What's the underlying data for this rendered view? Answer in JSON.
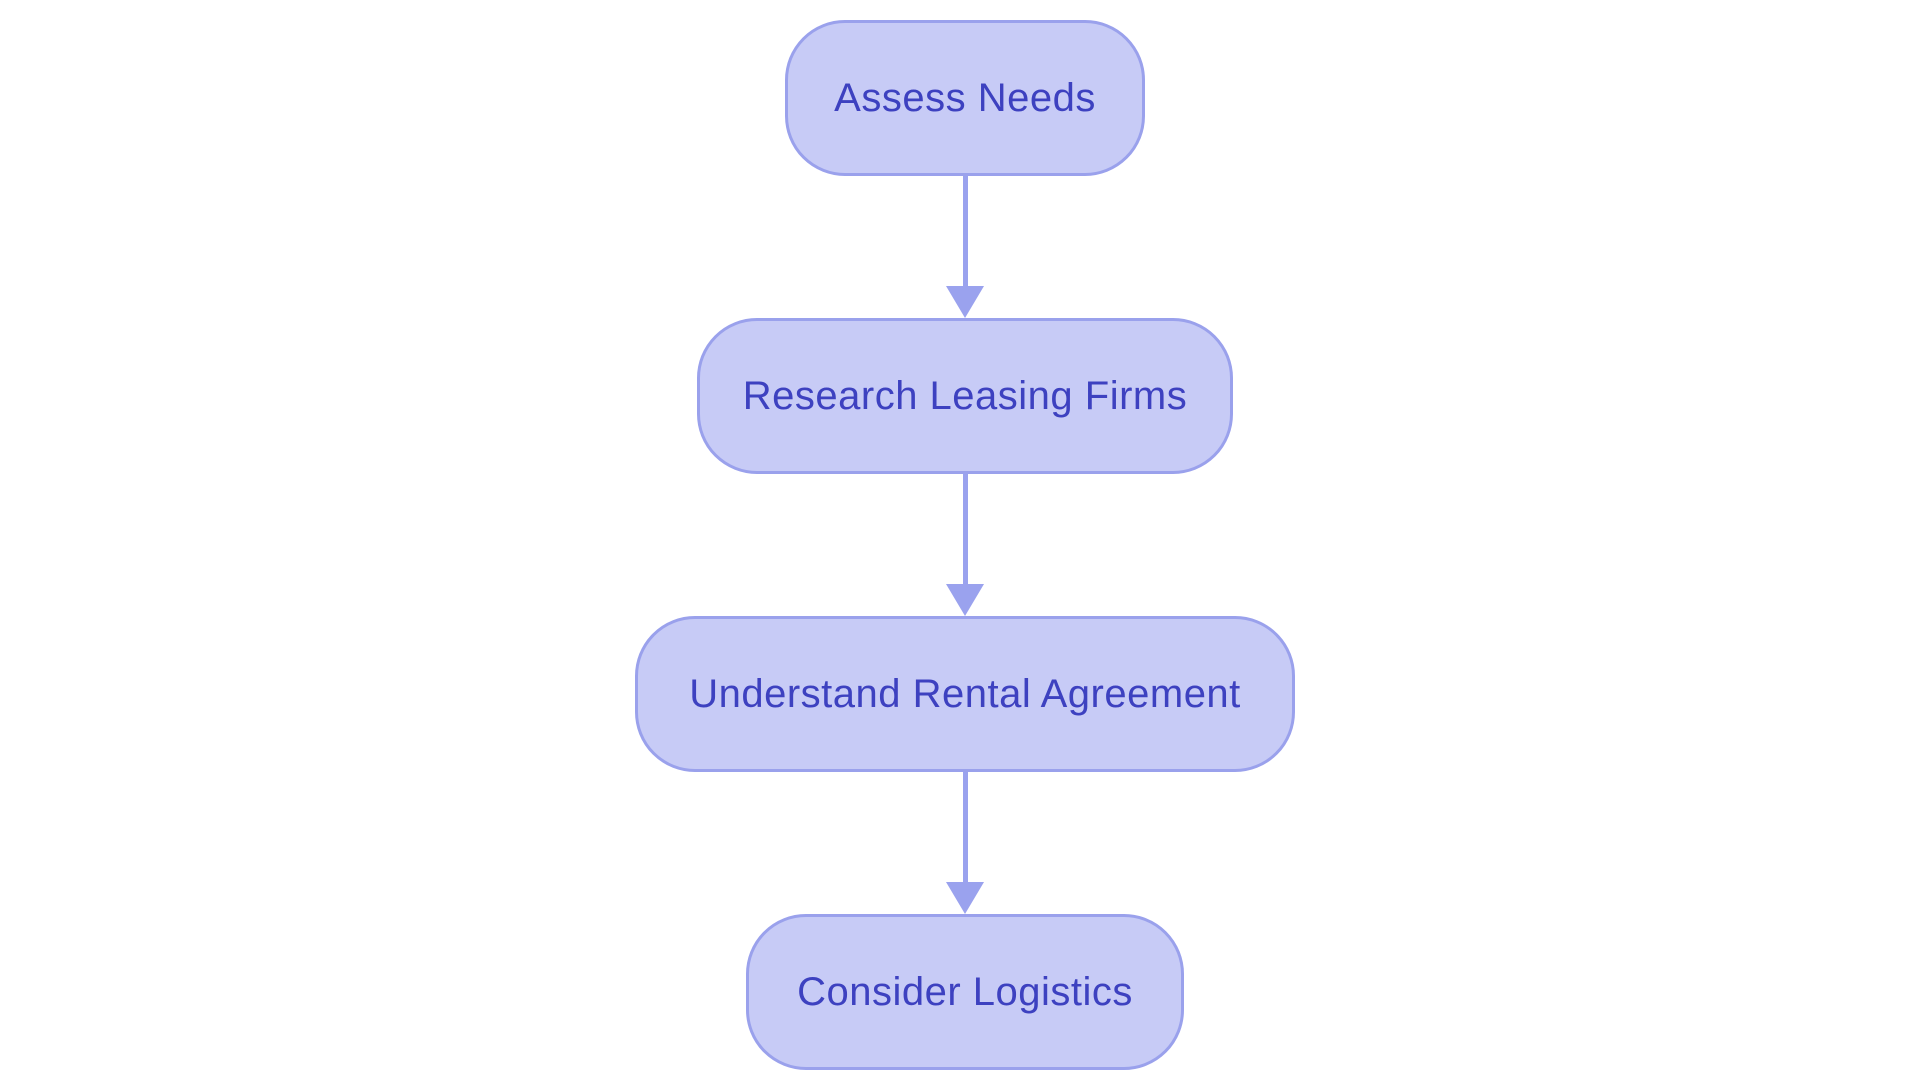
{
  "diagram": {
    "type": "flowchart",
    "direction": "top-down",
    "nodes": [
      {
        "id": "assess-needs",
        "label": "Assess Needs"
      },
      {
        "id": "research-leasing-firms",
        "label": "Research Leasing Firms"
      },
      {
        "id": "understand-rental-agreement",
        "label": "Understand Rental Agreement"
      },
      {
        "id": "consider-logistics",
        "label": "Consider Logistics"
      }
    ],
    "edges": [
      {
        "from": "assess-needs",
        "to": "research-leasing-firms"
      },
      {
        "from": "research-leasing-firms",
        "to": "understand-rental-agreement"
      },
      {
        "from": "understand-rental-agreement",
        "to": "consider-logistics"
      }
    ]
  },
  "style": {
    "background": "#ffffff",
    "node_fill": "#c7cbf6",
    "node_border": "#9aa1ec",
    "node_text": "#3d41c0",
    "arrow": "#9aa2ee"
  }
}
